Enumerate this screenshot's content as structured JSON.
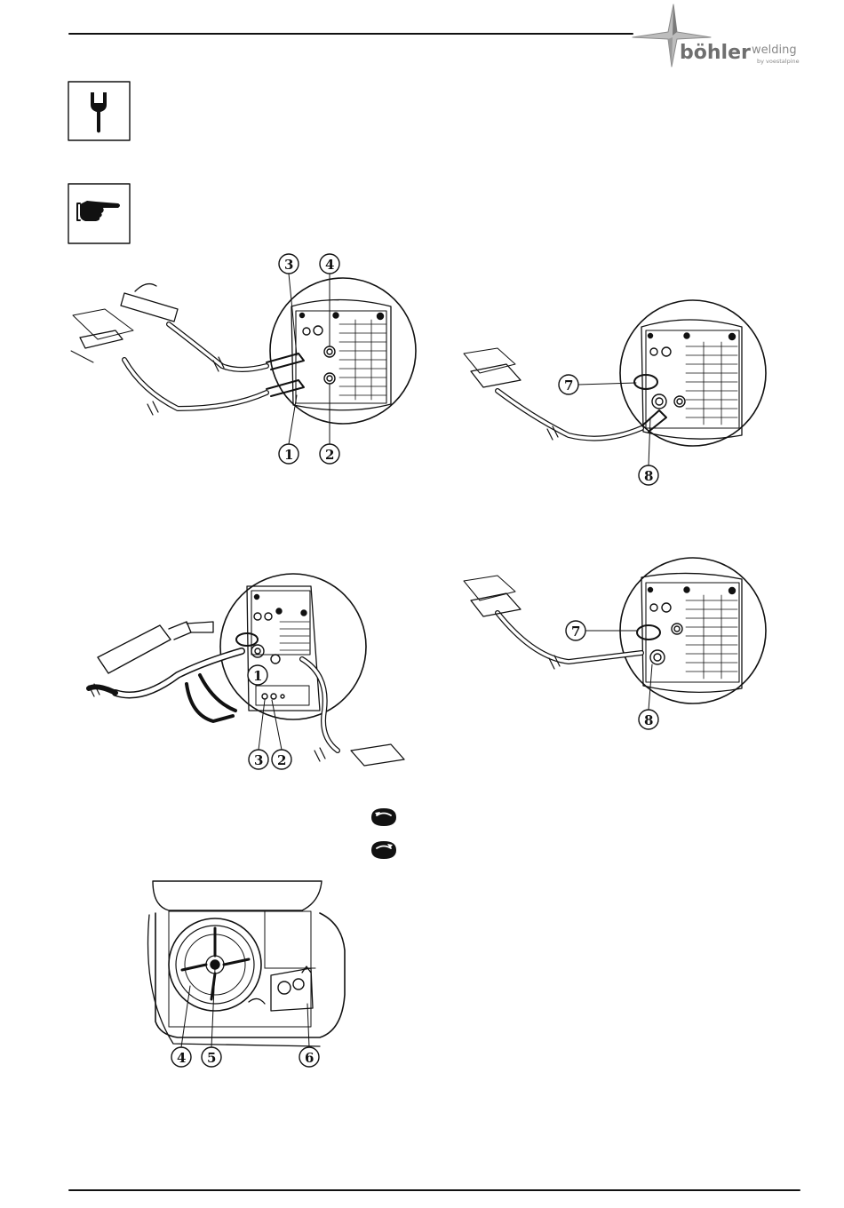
{
  "brand": {
    "name": "böhler",
    "suffix": "welding",
    "sub": "by voestalpine"
  },
  "icons": {
    "tool_box": "wrench-icon",
    "note_box": "pointing-hand-icon",
    "rotate_ccw": "spool-rotate-left-icon",
    "rotate_cw": "spool-rotate-right-icon"
  },
  "callouts": {
    "fig1": [
      "3",
      "4",
      "1",
      "2"
    ],
    "fig2": [
      "7",
      "8"
    ],
    "fig3": [
      "1",
      "3",
      "2"
    ],
    "fig4": [
      "7",
      "8"
    ],
    "fig5": [
      "4",
      "5",
      "6"
    ]
  },
  "colors": {
    "ink": "#111111",
    "logo_grey": "#8a8a8a"
  }
}
